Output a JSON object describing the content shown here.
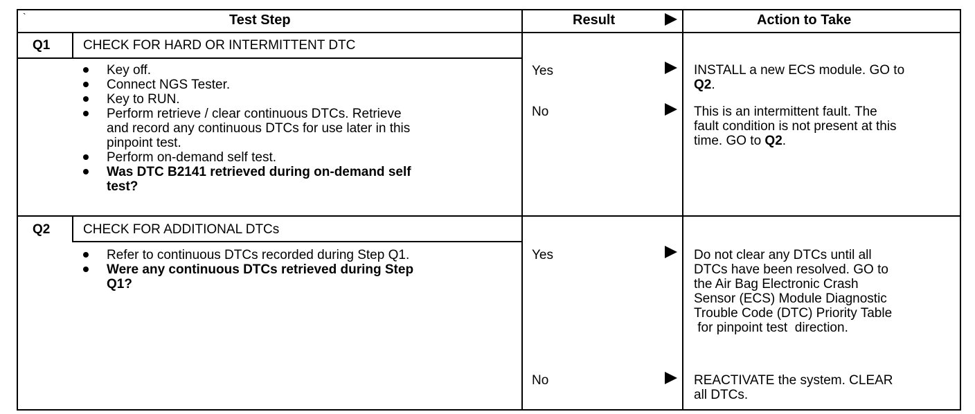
{
  "table": {
    "corner_mark": "`",
    "headers": {
      "test_step": "Test Step",
      "result": "Result",
      "action": "Action to Take"
    },
    "steps": [
      {
        "id": "Q1",
        "title": "CHECK FOR HARD OR INTERMITTENT DTC",
        "bullets": [
          {
            "lines": [
              "Key off."
            ],
            "bold": false
          },
          {
            "lines": [
              "Connect NGS Tester."
            ],
            "bold": false
          },
          {
            "lines": [
              "Key to RUN."
            ],
            "bold": false
          },
          {
            "lines": [
              "Perform retrieve / clear continuous DTCs. Retrieve",
              "and record any continuous DTCs for use later in this",
              "pinpoint test."
            ],
            "bold": false
          },
          {
            "lines": [
              "Perform on-demand self test."
            ],
            "bold": false
          },
          {
            "lines": [
              "Was DTC B2141 retrieved during on-demand self",
              "test?"
            ],
            "bold": true
          }
        ],
        "results": [
          {
            "label": "Yes",
            "action_lines": [
              {
                "pre": "INSTALL a new ECS module. GO to",
                "bold": "",
                "post": ""
              },
              {
                "pre": "",
                "bold": "Q2",
                "post": "."
              }
            ]
          },
          {
            "label": "No",
            "action_lines": [
              {
                "pre": "This is an intermittent fault. The",
                "bold": "",
                "post": ""
              },
              {
                "pre": "fault condition is not present at this",
                "bold": "",
                "post": ""
              },
              {
                "pre": "time. GO to ",
                "bold": "Q2",
                "post": "."
              }
            ]
          }
        ]
      },
      {
        "id": "Q2",
        "title": "CHECK FOR ADDITIONAL DTCs",
        "bullets": [
          {
            "lines": [
              "Refer to continuous DTCs recorded during Step Q1."
            ],
            "bold": false,
            "bold_tail": "Q1"
          },
          {
            "lines": [
              "Were any continuous DTCs retrieved during Step",
              "Q1?"
            ],
            "bold": true
          }
        ],
        "results": [
          {
            "label": "Yes",
            "action_lines": [
              {
                "pre": "Do not clear any DTCs until all",
                "bold": "",
                "post": ""
              },
              {
                "pre": "DTCs have been resolved. GO to",
                "bold": "",
                "post": ""
              },
              {
                "pre": "the Air Bag Electronic Crash",
                "bold": "",
                "post": ""
              },
              {
                "pre": "Sensor (ECS) Module Diagnostic",
                "bold": "",
                "post": ""
              },
              {
                "pre": "Trouble Code (DTC) Priority Table",
                "bold": "",
                "post": ""
              },
              {
                "pre": " for pinpoint test  direction.",
                "bold": "",
                "post": ""
              }
            ]
          },
          {
            "label": "No",
            "action_lines": [
              {
                "pre": "REACTIVATE the system. CLEAR",
                "bold": "",
                "post": ""
              },
              {
                "pre": "all DTCs.",
                "bold": "",
                "post": ""
              }
            ]
          }
        ]
      }
    ]
  }
}
